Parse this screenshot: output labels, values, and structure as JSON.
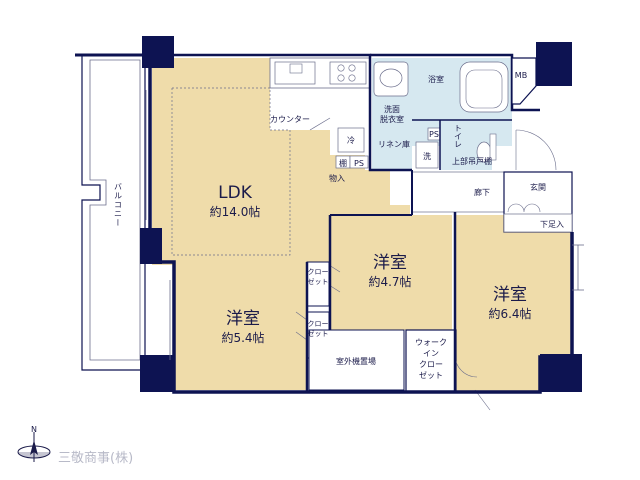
{
  "rooms": {
    "ldk": {
      "name": "LDK",
      "size": "約14.0帖"
    },
    "western_a": {
      "name": "洋室",
      "size": "約5.4帖"
    },
    "western_b": {
      "name": "洋室",
      "size": "約4.7帖"
    },
    "western_c": {
      "name": "洋室",
      "size": "約6.4帖"
    }
  },
  "labels": {
    "balcony": "バルコニー",
    "counter": "カウンター",
    "fridge": "冷",
    "shelf": "棚",
    "ps1": "PS",
    "ps2": "PS",
    "storage": "物入",
    "washroom_1": "洗面",
    "washroom_2": "脱衣室",
    "linen": "リネン庫",
    "wash": "洗",
    "bath": "浴室",
    "toilet": "トイレ",
    "upper_shelf": "上部吊戸棚",
    "mb": "MB",
    "hallway": "廊下",
    "entrance": "玄関",
    "shoe_box": "下足入",
    "closet_1": [
      "クロー",
      "ゼット"
    ],
    "closet_2": [
      "クロー",
      "ゼット"
    ],
    "walk_in": [
      "ウォーク",
      "イン",
      "クロー",
      "ゼット"
    ],
    "outdoor_unit": "室外機置場"
  },
  "compass": {
    "north": "N"
  },
  "company": "三敬商事(株)",
  "colors": {
    "wall": "#0d1352",
    "room_fill": "#efdcaa",
    "wet_fill": "#d6e8f0",
    "line": "#6b6e8c",
    "text": "#1b1b4a"
  }
}
